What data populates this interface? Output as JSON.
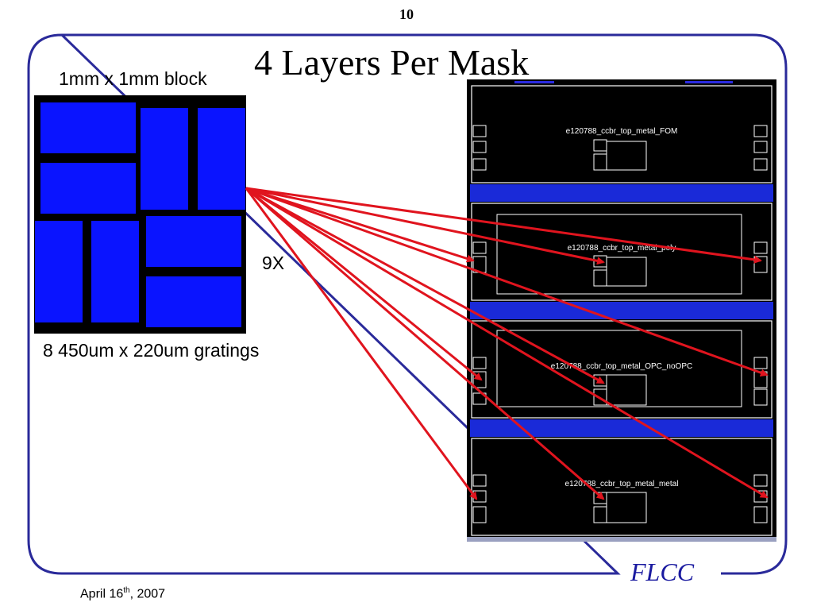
{
  "slide": {
    "page_number": "10",
    "title": "4 Layers Per Mask",
    "block_label": "1mm x 1mm block",
    "grating_label": "8 450um x 220um gratings",
    "multiplier_label": "9X",
    "footer": {
      "brand": "FLCC",
      "date_prefix": "April 16",
      "date_suffix": "th",
      "date_year": ", 2007"
    }
  },
  "mask_layers": [
    {
      "label": "e120788_ccbr_top_metal_FOM"
    },
    {
      "label": "e120788_ccbr_top_metal_poly"
    },
    {
      "label": "e120788_ccbr_top_metal_OPC_noOPC"
    },
    {
      "label": "e120788_ccbr_top_metal_metal"
    }
  ],
  "colors": {
    "frame": "#2a2a9a",
    "grating": "#0a14ff",
    "arrow": "#e0141e",
    "mask_background": "#000000"
  }
}
